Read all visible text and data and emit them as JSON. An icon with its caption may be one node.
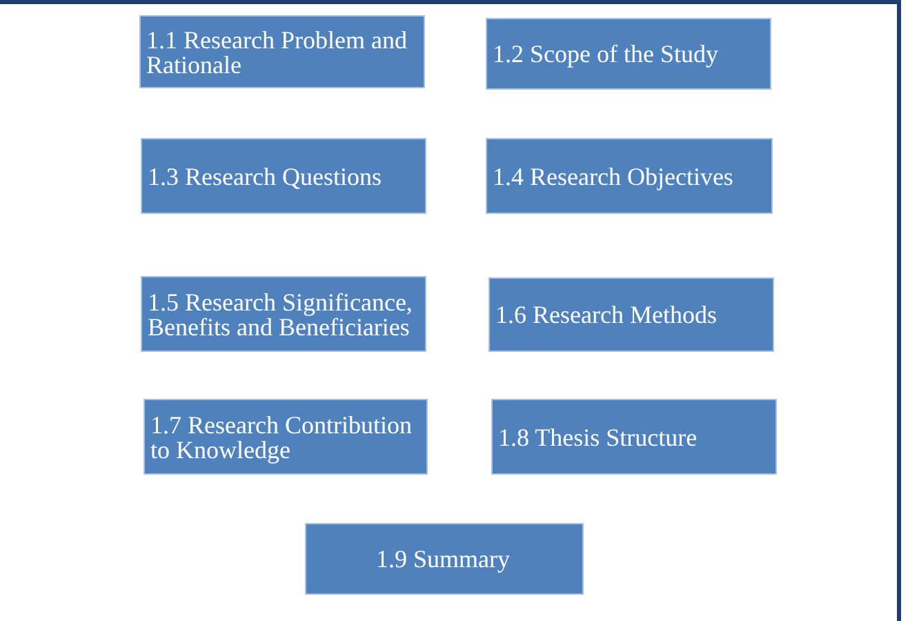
{
  "diagram": {
    "nodes": [
      {
        "text": [
          "1.1 Research Problem and Rationale"
        ]
      },
      {
        "text": [
          "1.2 Scope of the Study"
        ]
      },
      {
        "text": [
          "1.3 Research Questions"
        ]
      },
      {
        "text": [
          "1.4 Research Objectives"
        ]
      },
      {
        "text": [
          "1.5 Research Significance, Benefits and Beneficiaries"
        ]
      },
      {
        "text": [
          "1.6 Research Methods"
        ]
      },
      {
        "text": [
          "1.7 Research Contribution to Knowledge"
        ]
      },
      {
        "text": [
          "1.8 Thesis Structure"
        ]
      },
      {
        "text": [
          "1.9 Summary"
        ]
      }
    ]
  }
}
